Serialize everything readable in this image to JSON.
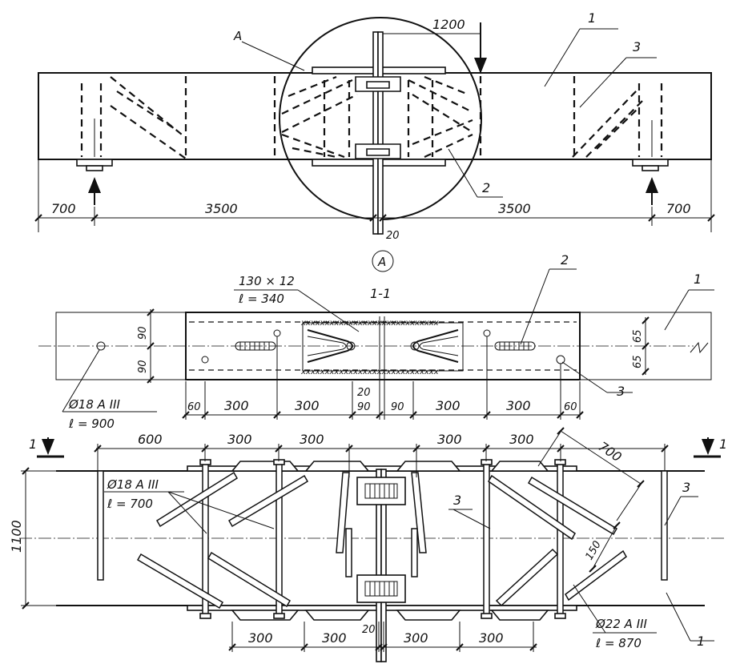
{
  "elevation": {
    "callout_detail": "A",
    "load_offset": "1200",
    "label_beam": "1",
    "label_diagonal": "3",
    "label_plates": "2",
    "dims": [
      "700",
      "3500",
      "3500",
      "700"
    ],
    "gap": "20"
  },
  "detail_marker": "A",
  "section": {
    "title": "1-1",
    "plate_size": "130 × 12",
    "plate_length": "ℓ = 340",
    "label_beam": "1",
    "label_plates": "2",
    "label_bar": "3",
    "height_left": [
      "90",
      "90"
    ],
    "height_right": [
      "65",
      "65"
    ],
    "bar_spec": "Ø18 A III",
    "bar_length": "ℓ = 900",
    "gap": "20",
    "dims": [
      "60",
      "300",
      "300",
      "90",
      "90",
      "300",
      "300",
      "60"
    ]
  },
  "plan": {
    "section_mark_left": "1",
    "section_mark_right": "1",
    "height": "1100",
    "top_dims": [
      "600",
      "300",
      "300",
      "300",
      "300"
    ],
    "dim_700": "700",
    "dim_150": "150",
    "bar1_spec": "Ø18 A III",
    "bar1_length": "ℓ = 700",
    "bar2_spec": "Ø22 A III",
    "bar2_length": "ℓ = 870",
    "label_bar_left": "3",
    "label_bar_right": "3",
    "label_beam": "1",
    "bottom_dims": [
      "300",
      "300",
      "20",
      "300",
      "300"
    ]
  }
}
